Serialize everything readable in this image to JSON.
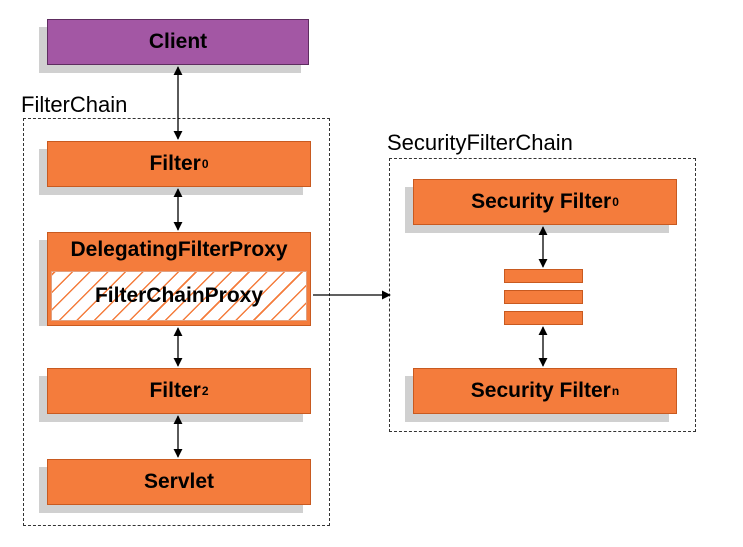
{
  "client": {
    "label": "Client"
  },
  "filter_chain": {
    "title": "FilterChain",
    "filter0": {
      "label": "Filter",
      "sub": "0"
    },
    "delegating_proxy": {
      "label": "DelegatingFilterProxy"
    },
    "filter_chain_proxy": {
      "label": "FilterChainProxy"
    },
    "filter2": {
      "label": "Filter",
      "sub": "2"
    },
    "servlet": {
      "label": "Servlet"
    }
  },
  "security_filter_chain": {
    "title": "SecurityFilterChain",
    "security_filter0": {
      "label": "Security Filter",
      "sub": "0"
    },
    "security_filtern": {
      "label": "Security Filter",
      "sub": "n"
    }
  },
  "colors": {
    "orange": "#f47c3c",
    "purple": "#a357a4",
    "shadow": "#d0d0d0"
  }
}
